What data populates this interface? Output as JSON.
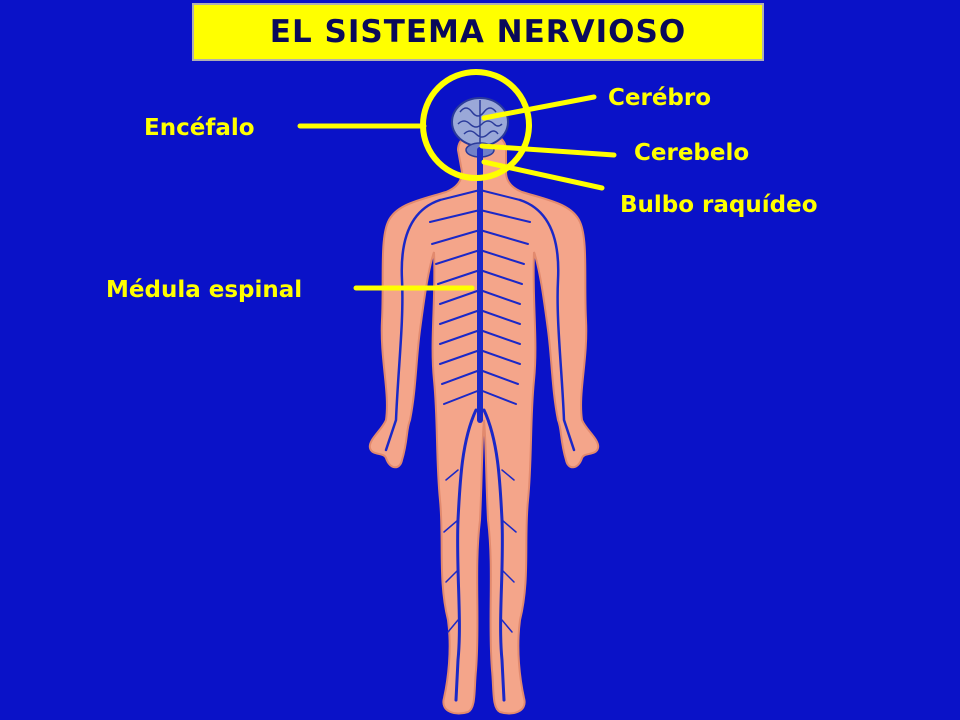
{
  "title": "EL SISTEMA NERVIOSO",
  "labels": {
    "encefalo": "Encéfalo",
    "cerebro": "Cerébro",
    "cerebelo": "Cerebelo",
    "bulbo": "Bulbo raquídeo",
    "medula": "Médula espinal"
  },
  "colors": {
    "background": "#0a12c8",
    "accent": "#ffff00",
    "skin": "#f4a58a",
    "nerve": "#1a28c8"
  }
}
